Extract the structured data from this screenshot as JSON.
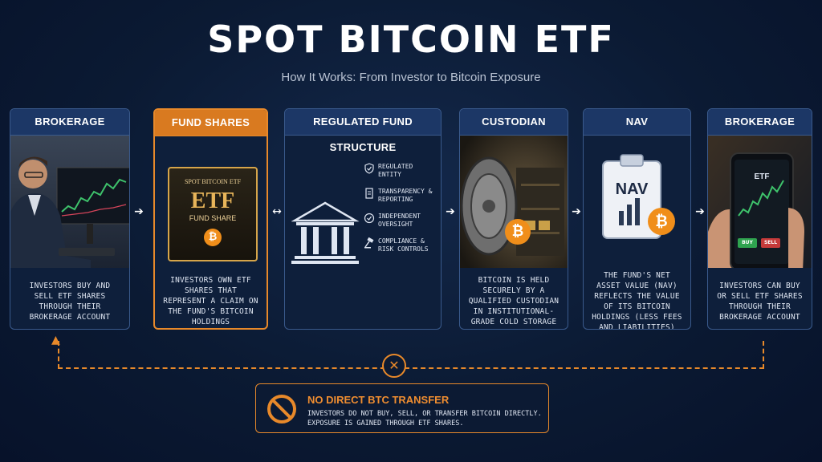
{
  "header": {
    "title": "SPOT BITCOIN ETF",
    "subtitle": "How It Works: From Investor to Bitcoin Exposure"
  },
  "steps": [
    {
      "title": "BROKERAGE",
      "text": "INVESTORS BUY AND SELL ETF SHARES THROUGH THEIR BROKERAGE ACCOUNT"
    },
    {
      "title": "FUND SHARES",
      "text": "INVESTORS OWN ETF SHARES THAT REPRESENT A CLAIM ON THE FUND'S BITCOIN HOLDINGS",
      "image": {
        "caption": "SPOT BITCOIN ETF",
        "big": "ETF",
        "sub": "FUND SHARE",
        "coin": "₿"
      }
    },
    {
      "title": "REGULATED FUND STRUCTURE",
      "items": [
        "REGULATED ENTITY",
        "TRANSPARENCY & REPORTING",
        "INDEPENDENT OVERSIGHT",
        "COMPLIANCE & RISK CONTROLS"
      ]
    },
    {
      "title": "CUSTODIAN",
      "text": "BITCOIN IS HELD SECURELY BY A QUALIFIED CUSTODIAN IN INSTITUTIONAL-GRADE COLD STORAGE",
      "image": {
        "coin": "₿"
      }
    },
    {
      "title": "NAV",
      "text": "THE FUND'S NET ASSET VALUE (NAV) REFLECTS THE VALUE OF ITS BITCOIN HOLDINGS (LESS FEES AND LIABILITIES)",
      "image": {
        "label": "NAV",
        "coin": "₿"
      }
    },
    {
      "title": "BROKERAGE",
      "text": "INVESTORS CAN BUY OR SELL ETF SHARES THROUGH THEIR BROKERAGE ACCOUNT",
      "image": {
        "screen_label": "ETF",
        "buy": "BUY",
        "sell": "SELL"
      }
    }
  ],
  "warning": {
    "title": "NO DIRECT BTC TRANSFER",
    "text": "INVESTORS DO NOT BUY, SELL, OR TRANSFER BITCOIN DIRECTLY. EXPOSURE IS GAINED THROUGH ETF SHARES."
  },
  "colors": {
    "accent": "#e8892a",
    "header_blue": "#1c3766",
    "background": "#0b1a33"
  },
  "icons": [
    "arrow-right-icon",
    "bidirectional-arrow-icon",
    "shield-check-icon",
    "document-icon",
    "check-circle-icon",
    "gavel-icon",
    "x-circle-icon",
    "no-entry-icon",
    "bitcoin-icon",
    "bank-building-icon"
  ]
}
